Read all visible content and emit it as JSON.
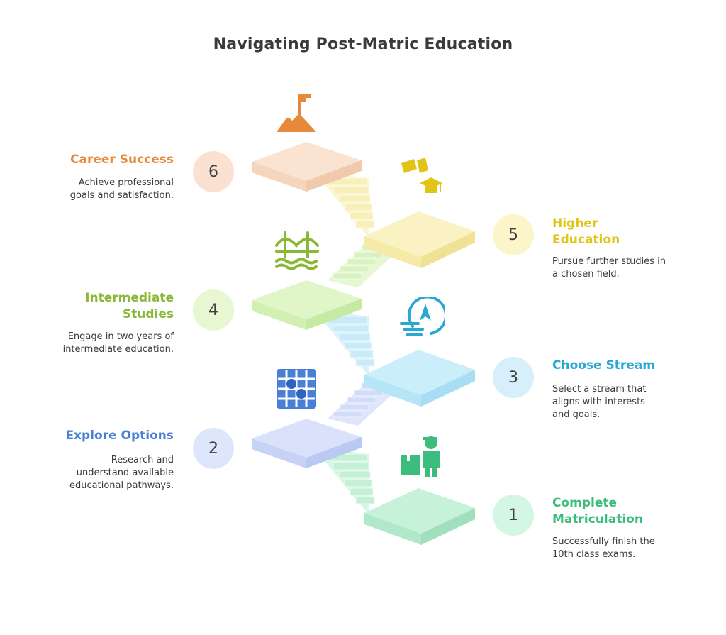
{
  "title": "Navigating Post-Matric Education",
  "steps": [
    {
      "number": "1",
      "title_line1": "Complete",
      "title_line2": "Matriculation",
      "desc_line1": "Successfully finish the",
      "desc_line2": "10th class exams.",
      "desc_line3": "",
      "color": "#3dbd7d",
      "icon": "worker-with-boxes-icon"
    },
    {
      "number": "2",
      "title_line1": "Explore Options",
      "title_line2": "",
      "desc_line1": "Research and",
      "desc_line2": "understand available",
      "desc_line3": "educational pathways.",
      "color": "#4a7fd6",
      "icon": "flowchart-grid-icon"
    },
    {
      "number": "3",
      "title_line1": "Choose Stream",
      "title_line2": "",
      "desc_line1": "Select a stream that",
      "desc_line2": "aligns with interests",
      "desc_line3": "and goals.",
      "color": "#2aa8d4",
      "icon": "compass-wind-icon"
    },
    {
      "number": "4",
      "title_line1": "Intermediate",
      "title_line2": "Studies",
      "desc_line1": "Engage in two years of",
      "desc_line2": "intermediate education.",
      "desc_line3": "",
      "color": "#8bb834",
      "icon": "bridge-icon"
    },
    {
      "number": "5",
      "title_line1": "Higher",
      "title_line2": "Education",
      "desc_line1": "Pursue further studies in",
      "desc_line2": "a chosen field.",
      "desc_line3": "",
      "color": "#e0c516",
      "icon": "graduation-cap-diploma-icon"
    },
    {
      "number": "6",
      "title_line1": "Career Success",
      "title_line2": "",
      "desc_line1": "Achieve professional",
      "desc_line2": "goals and satisfaction.",
      "desc_line3": "",
      "color": "#e68a3a",
      "icon": "mountain-flag-icon"
    }
  ]
}
